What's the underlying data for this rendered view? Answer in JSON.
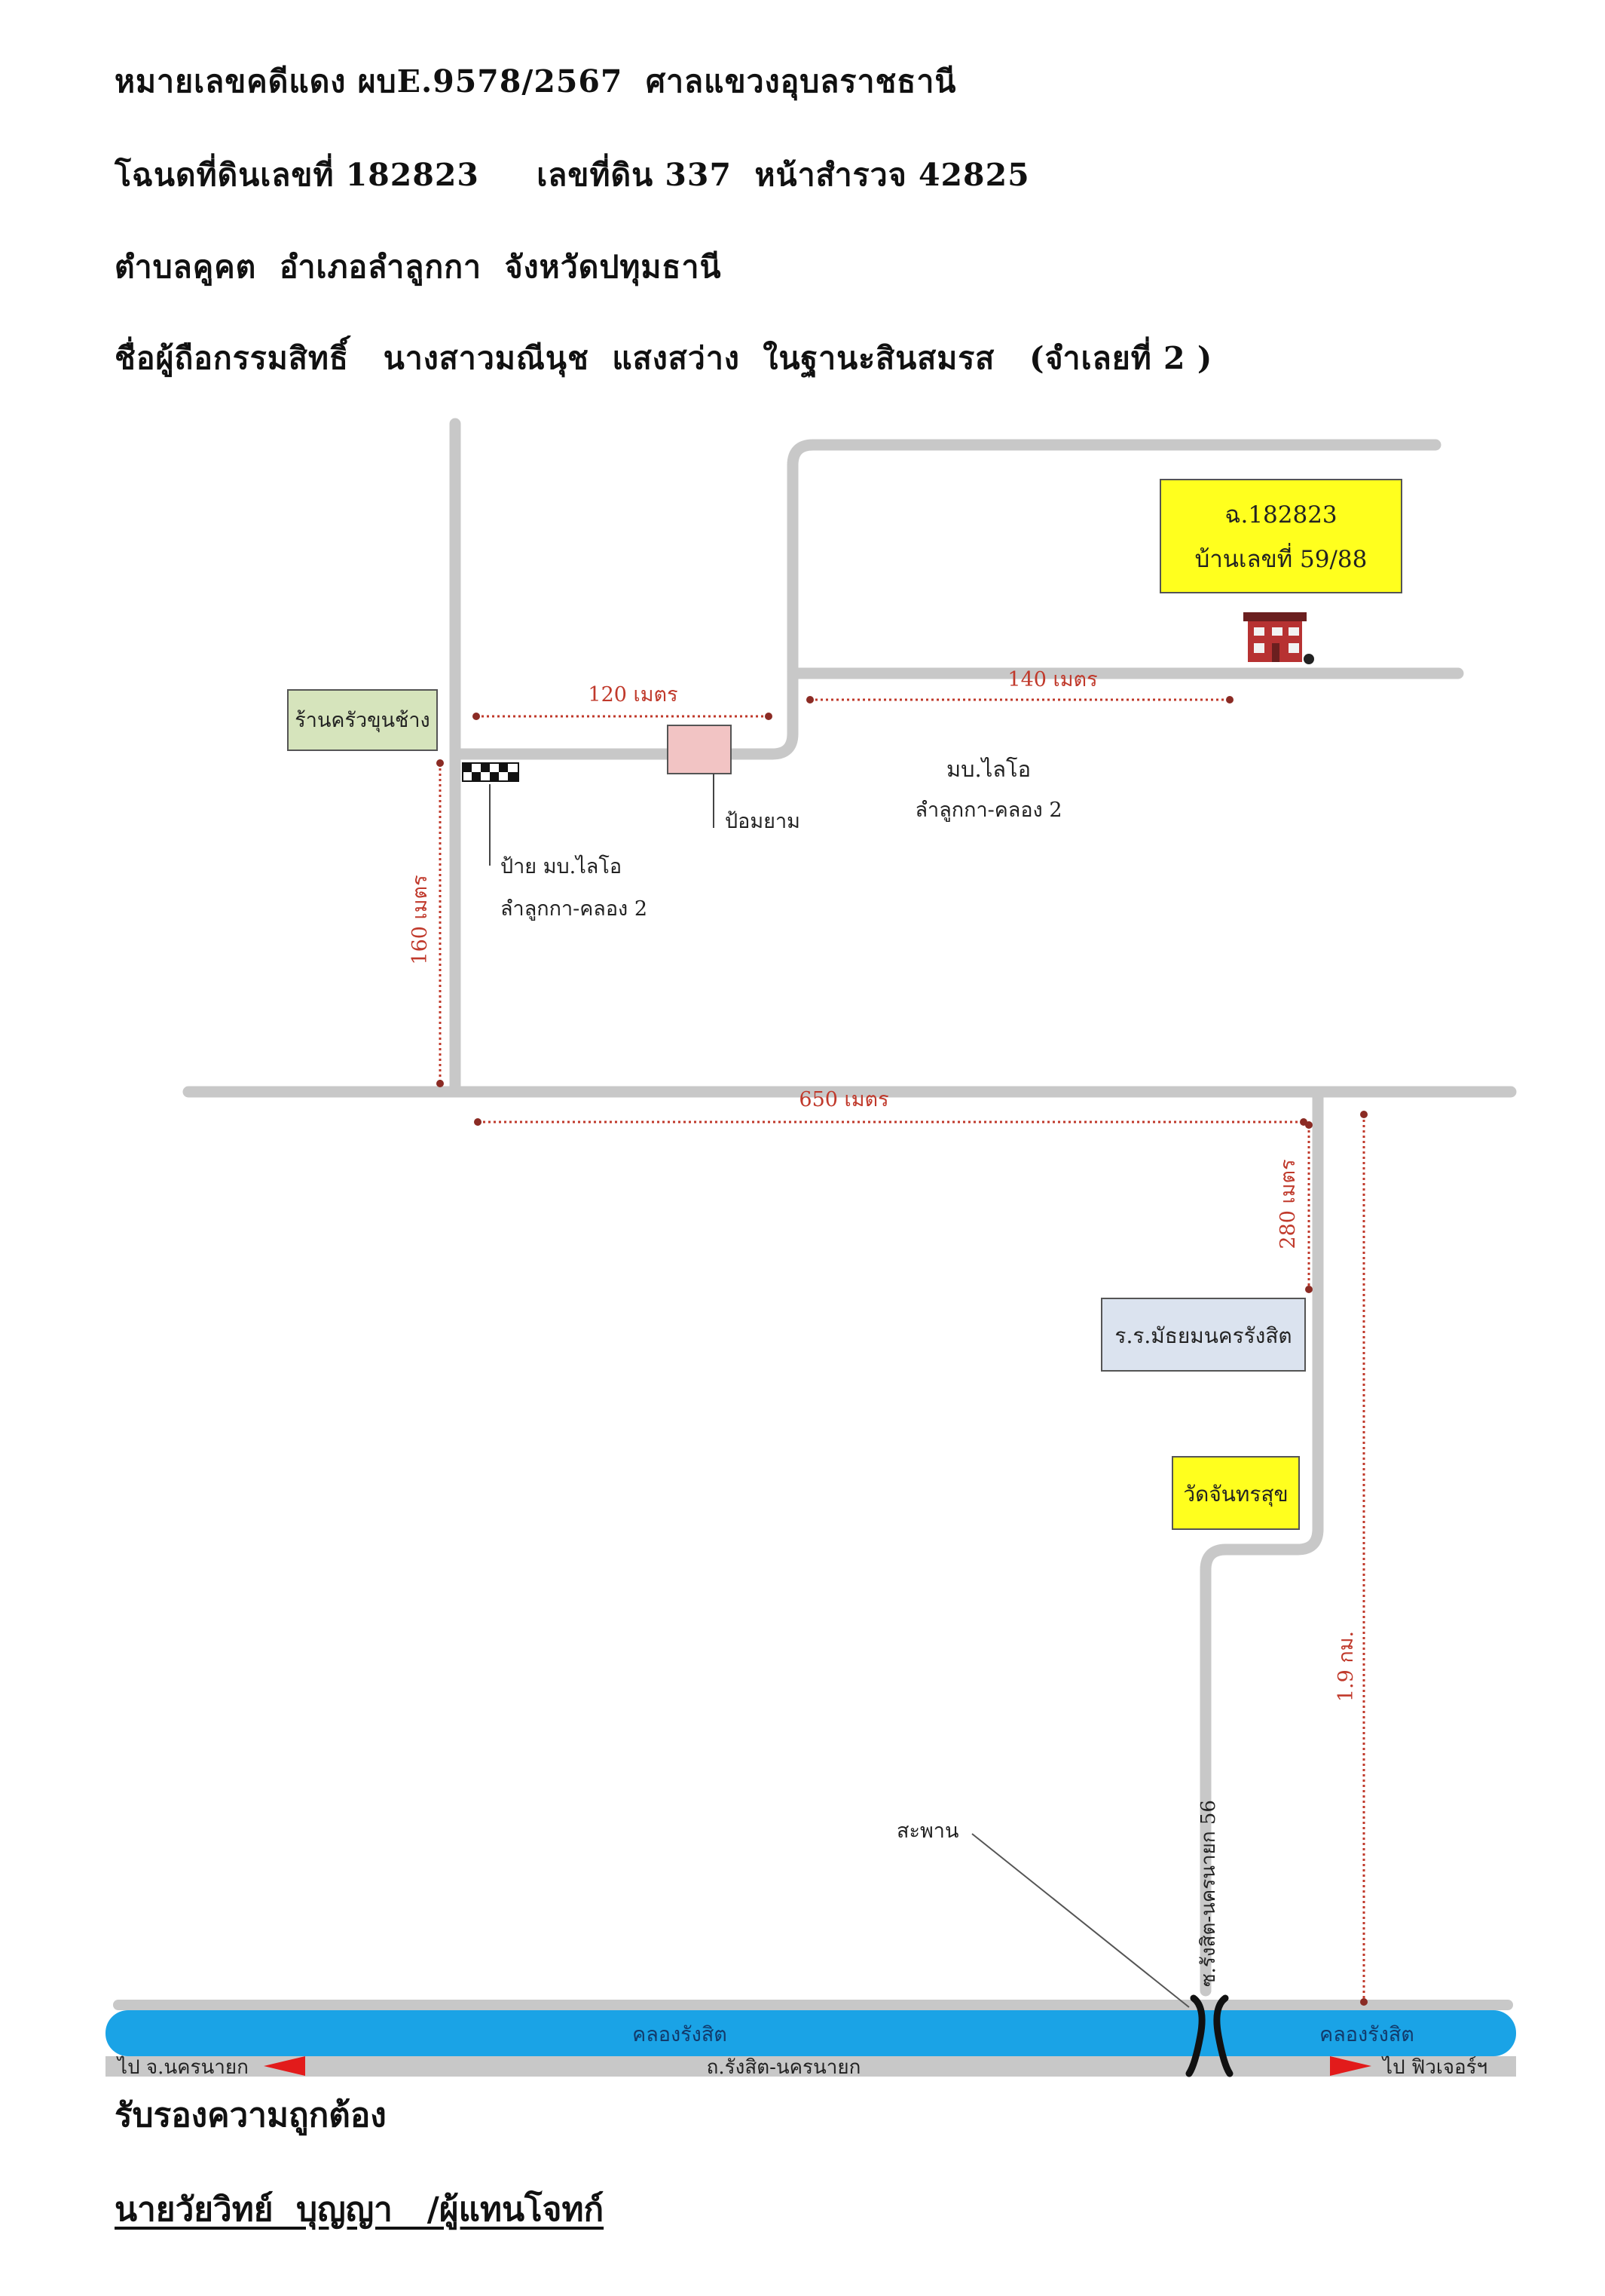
{
  "header": {
    "line1": "หมายเลขคดีแดง ผบE.9578/2567  ศาลแขวงอุบลราชธานี",
    "line2": "โฉนดที่ดินเลขที่ 182823     เลขที่ดิน 337  หน้าสำรวจ 42825",
    "line3": "ตำบลคูคต  อำเภอลำลูกกา  จังหวัดปทุมธานี",
    "line4": "ชื่อผู้ถือกรรมสิทธิ์   นางสาวมณีนุช  แสงสว่าง  ในฐานะสินสมรส   (จำเลยที่ 2 )"
  },
  "map": {
    "property_box": {
      "line1": "ฉ.182823",
      "line2": "บ้านเลขที่ 59/88"
    },
    "restaurant": "ร้านครัวขุนช้าง",
    "booth": "ป้อมยาม",
    "sign_label": {
      "line1": "ป้าย มบ.ไลโอ",
      "line2": "ลำลูกกา-คลอง 2"
    },
    "village_label": {
      "line1": "มบ.ไลโอ",
      "line2": "ลำลูกกา-คลอง 2"
    },
    "school": "ร.ร.มัธยมนครรังสิต",
    "temple": "วัดจันทรสุข",
    "bridge_label": "สะพาน",
    "soi_label": "ซ.รังสิต-นครนายก 56",
    "canal_left": "คลองรังสิต",
    "canal_right": "คลองรังสิต",
    "main_road": "ถ.รังสิต-นครนายก",
    "to_left": "ไป จ.นครนายก",
    "to_right": "ไป ฟิวเจอร์ฯ",
    "distances": {
      "d120": "120 เมตร",
      "d140": "140 เมตร",
      "d160": "160 เมตร",
      "d650": "650 เมตร",
      "d280": "280 เมตร",
      "d19": "1.9 กม."
    },
    "colors": {
      "road": "#c8c8c8",
      "canal": "#1aa3e6",
      "dist": "#c0392b",
      "yellow": "#ffff1e",
      "green_box": "#d6e4bc",
      "blue_box": "#dbe3ef",
      "pink_box": "#f2c4c4"
    }
  },
  "footer": {
    "certify": "รับรองความถูกต้อง",
    "signer": "นายวัยวิทย์  บุญญา   /ผู้แทนโจทก์"
  }
}
